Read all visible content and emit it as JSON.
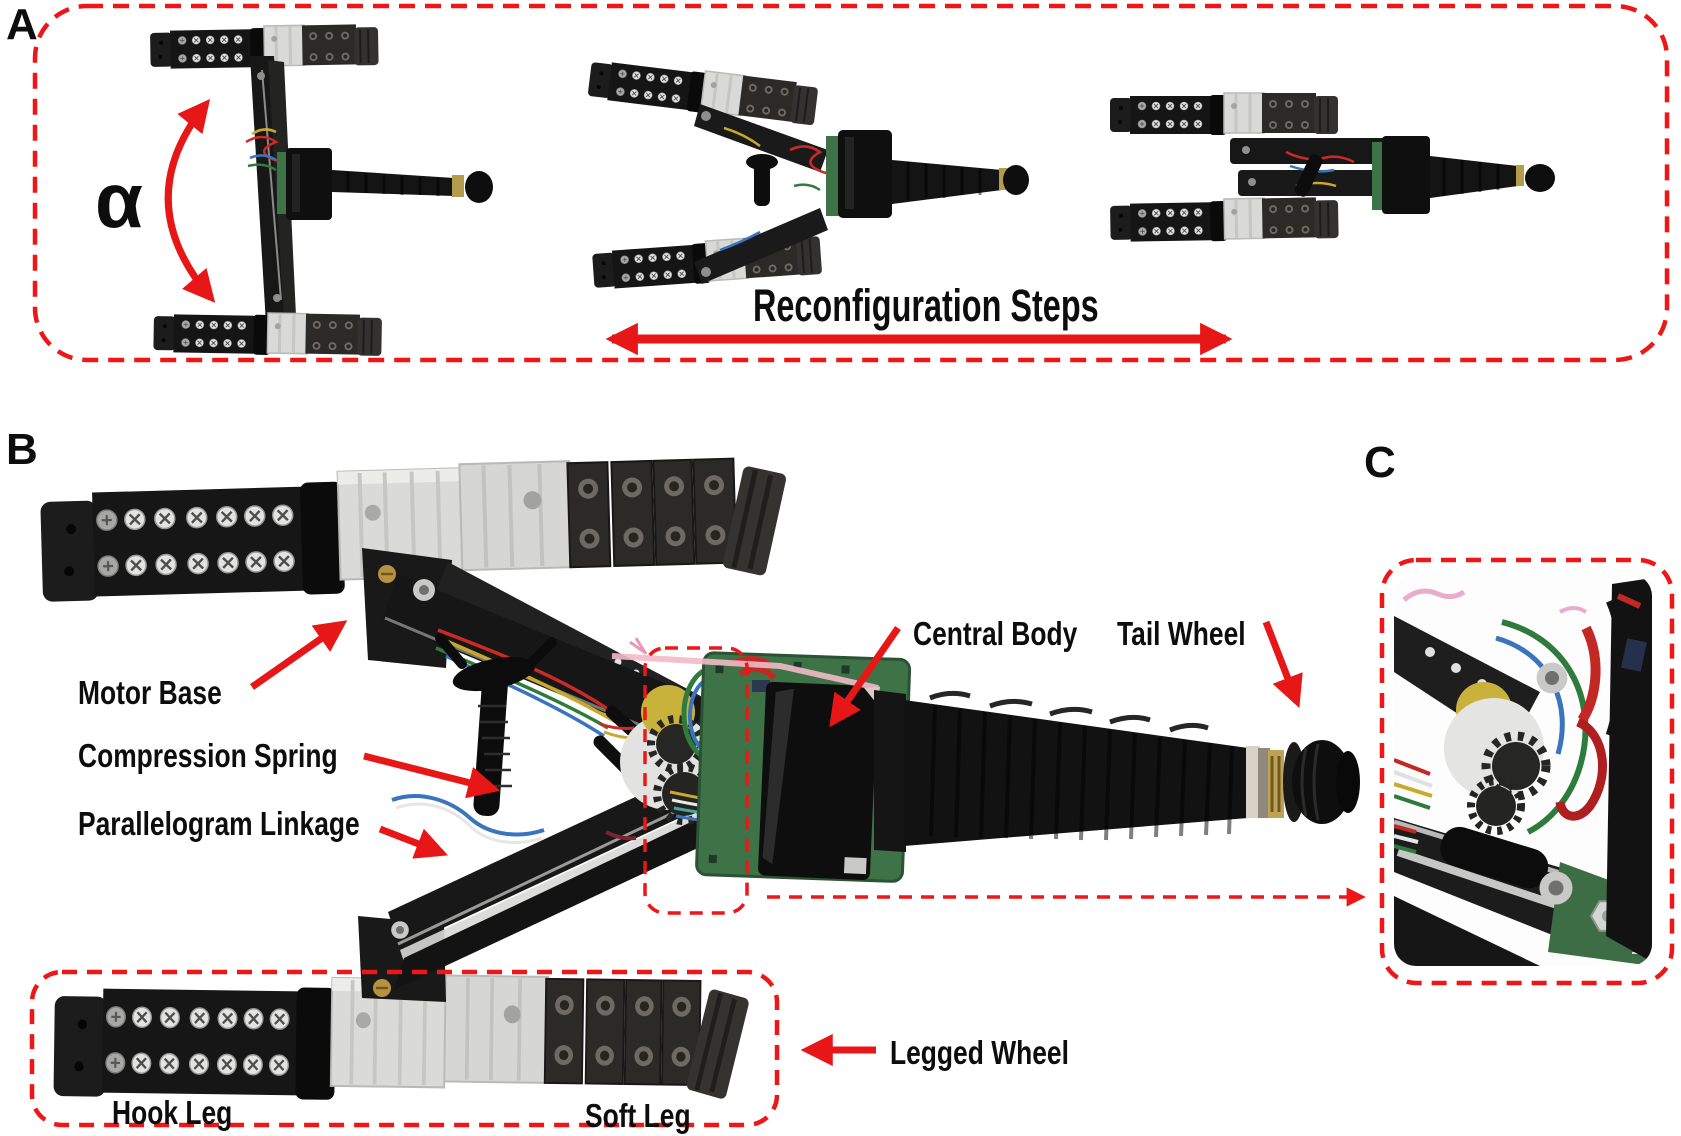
{
  "figure": {
    "panel_a": {
      "label": "A",
      "alpha": "α",
      "caption": "Reconfiguration Steps"
    },
    "panel_b": {
      "label": "B",
      "labels": {
        "motor_base": "Motor Base",
        "compression_spring": "Compression Spring",
        "parallelogram_linkage": "Parallelogram Linkage",
        "central_body": "Central Body",
        "tail_wheel": "Tail Wheel",
        "legged_wheel": "Legged Wheel",
        "hook_leg": "Hook Leg",
        "soft_leg": "Soft Leg"
      }
    },
    "panel_c": {
      "label": "C"
    },
    "colors": {
      "accent_red": "#ee1616",
      "text": "#0d0d0d",
      "background": "#ffffff",
      "pcb_green": "#3e7347",
      "clear_plastic": "#d9d9d7"
    }
  }
}
